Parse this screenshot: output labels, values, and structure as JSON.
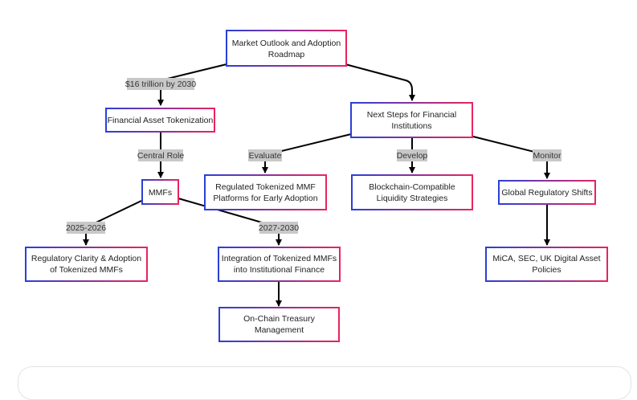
{
  "colors": {
    "border_start": "#2b3fd6",
    "border_end": "#e8245f",
    "edge": "#000000",
    "label_background": "#c8c8c8"
  },
  "nodes": {
    "roadmap": {
      "lines": [
        "Market Outlook and Adoption",
        "Roadmap"
      ]
    },
    "tokenization": {
      "lines": [
        "Financial Asset Tokenization"
      ]
    },
    "next_steps": {
      "lines": [
        "Next Steps for Financial",
        "Institutions"
      ]
    },
    "mmfs": {
      "lines": [
        "MMFs"
      ]
    },
    "regulated": {
      "lines": [
        "Regulated Tokenized MMF",
        "Platforms for Early Adoption"
      ]
    },
    "blockchain": {
      "lines": [
        "Blockchain-Compatible",
        "Liquidity Strategies"
      ]
    },
    "global": {
      "lines": [
        "Global Regulatory Shifts"
      ]
    },
    "clarity": {
      "lines": [
        "Regulatory Clarity & Adoption",
        "of Tokenized MMFs"
      ]
    },
    "integration": {
      "lines": [
        "Integration of Tokenized MMFs",
        "into Institutional Finance"
      ]
    },
    "policies": {
      "lines": [
        "MiCA, SEC, UK Digital Asset",
        "Policies"
      ]
    },
    "treasury": {
      "lines": [
        "On-Chain Treasury",
        "Management"
      ]
    }
  },
  "edge_labels": {
    "trillion": "$16 trillion by 2030",
    "central_role": "Central Role",
    "evaluate": "Evaluate",
    "develop": "Develop",
    "monitor": "Monitor",
    "y2025": "2025-2026",
    "y2027": "2027-2030"
  }
}
